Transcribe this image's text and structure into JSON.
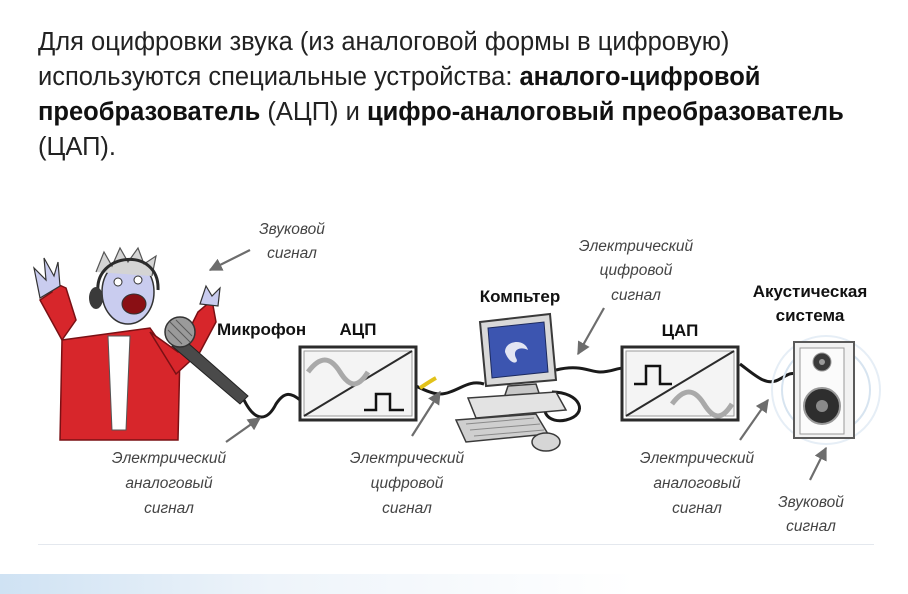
{
  "intro": {
    "part1": "Для оцифровки звука (из аналоговой формы в цифровую) используются специальные устройства: ",
    "adc_term": "аналого-цифровой преобразователь",
    "adc_abbr": " (АЦП) и ",
    "dac_term": "цифро-аналоговый преобразователь",
    "dac_abbr": " (ЦАП)."
  },
  "diagram": {
    "sound_signal_top": [
      "Звуковой",
      "сигнал"
    ],
    "microphone": "Микрофон",
    "adc": "АЦП",
    "computer": "Компьтер",
    "digital_signal_top": [
      "Электрический",
      "цифровой",
      "сигнал"
    ],
    "dac": "ЦАП",
    "speaker_system": [
      "Акустическая",
      "система"
    ],
    "analog_signal_left": [
      "Электрический",
      "аналоговый",
      "сигнал"
    ],
    "digital_signal_bottom": [
      "Электрический",
      "цифровой",
      "сигнал"
    ],
    "analog_signal_right": [
      "Электрический",
      "аналоговый",
      "сигнал"
    ],
    "sound_signal_bottom": [
      "Звуковой",
      "сигнал"
    ]
  },
  "colors": {
    "cable": "#1a1a1a",
    "digital_cable": "#e2c21a",
    "arrow": "#6d6d6d",
    "singer_jacket": "#d7262b"
  }
}
